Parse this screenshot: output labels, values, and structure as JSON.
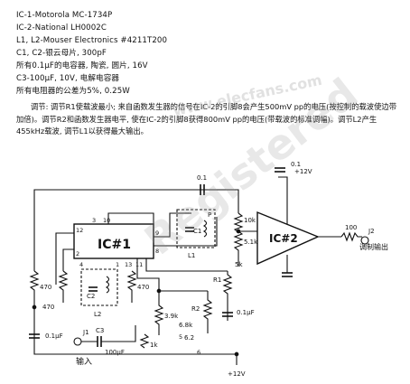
{
  "notes": {
    "ic1": "IC-1-Motorola MC-1734P",
    "ic2": "IC-2-National LH0002C",
    "inductors": "L1, L2-Mouser Electronics #4211T200",
    "capacitors": "C1, C2-银云母片, 300pF",
    "caps_common": "所有0.1μF的电容器, 陶瓷, 圆片, 16V",
    "c3": "C3-100μF, 10V, 电解电容器",
    "resistors": "所有电阻器的公差为5%, 0.25W"
  },
  "paragraph": "调节: 调节R1使载波最小; 来自函数发生器的信号在IC-2的引脚8会产生500mV pp的电压(按控制的载波使边带加倍)。调节R2和函数发生器电平, 使在IC-2的引脚8获得800mV pp的电压(带载波的标准调幅)。调节L2产生455kHz载波, 调节L1以获得最大输出。",
  "watermark": {
    "main": "Registered",
    "site": "www.elecfans.com"
  },
  "schematic": {
    "ic1_label": "IC#1",
    "ic2_label": "IC#2",
    "plus12v_top": "+12V",
    "plus12v_bottom": "+12V",
    "input_label": "输入",
    "output_label": "调制输出",
    "j1": "J1",
    "j2": "J2",
    "pins": {
      "p12": "12",
      "p2": "2",
      "p3": "3",
      "p10": "10",
      "p9": "9",
      "p8": "8",
      "p4": "4",
      "p13": "13",
      "p1": "1",
      "p11": "11",
      "p5": "5",
      "p6": "6"
    },
    "components": {
      "c1": "C1",
      "c2": "C2",
      "c3": "C3",
      "l1": "L1",
      "l2": "L2",
      "r1": "R1",
      "r2": "R2",
      "p_label": "P",
      "r470a": "470",
      "r470b": "470",
      "r470c": "470",
      "r10k": "10k",
      "r5_1k": "5.1k",
      "r3_9k": "3.9k",
      "r6_8k": "6.8k",
      "r1k_in": "1k",
      "r100": "100",
      "r5k": "5k",
      "cap01_a": "0.1",
      "cap01_b": "0.1μF",
      "cap01_c": "0.1μF",
      "cap01_d": "0.1",
      "cap100u": "100μF",
      "pin6_2": "6.2"
    }
  }
}
